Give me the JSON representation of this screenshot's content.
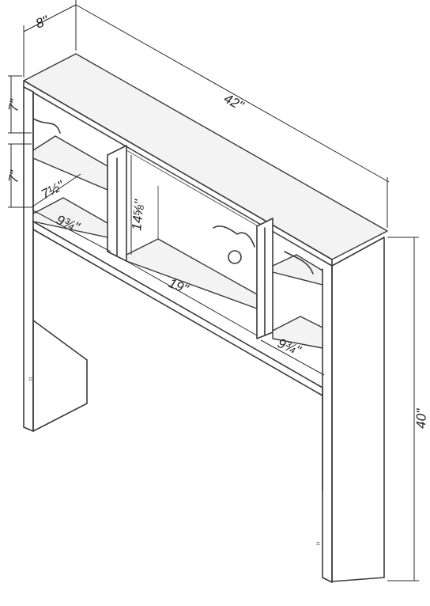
{
  "dimensions": {
    "depth": "8\"",
    "width": "42\"",
    "top_height": "7\"",
    "shelf_height": "7\"",
    "shelf_depth": "7½\"",
    "left_niche_width": "9¾\"",
    "center_height": "14⅝\"",
    "center_width": "19\"",
    "right_niche_width": "9¾\"",
    "total_height": "40\""
  },
  "colors": {
    "line": "#3a3a3a",
    "shade": "#f3f3f3"
  }
}
